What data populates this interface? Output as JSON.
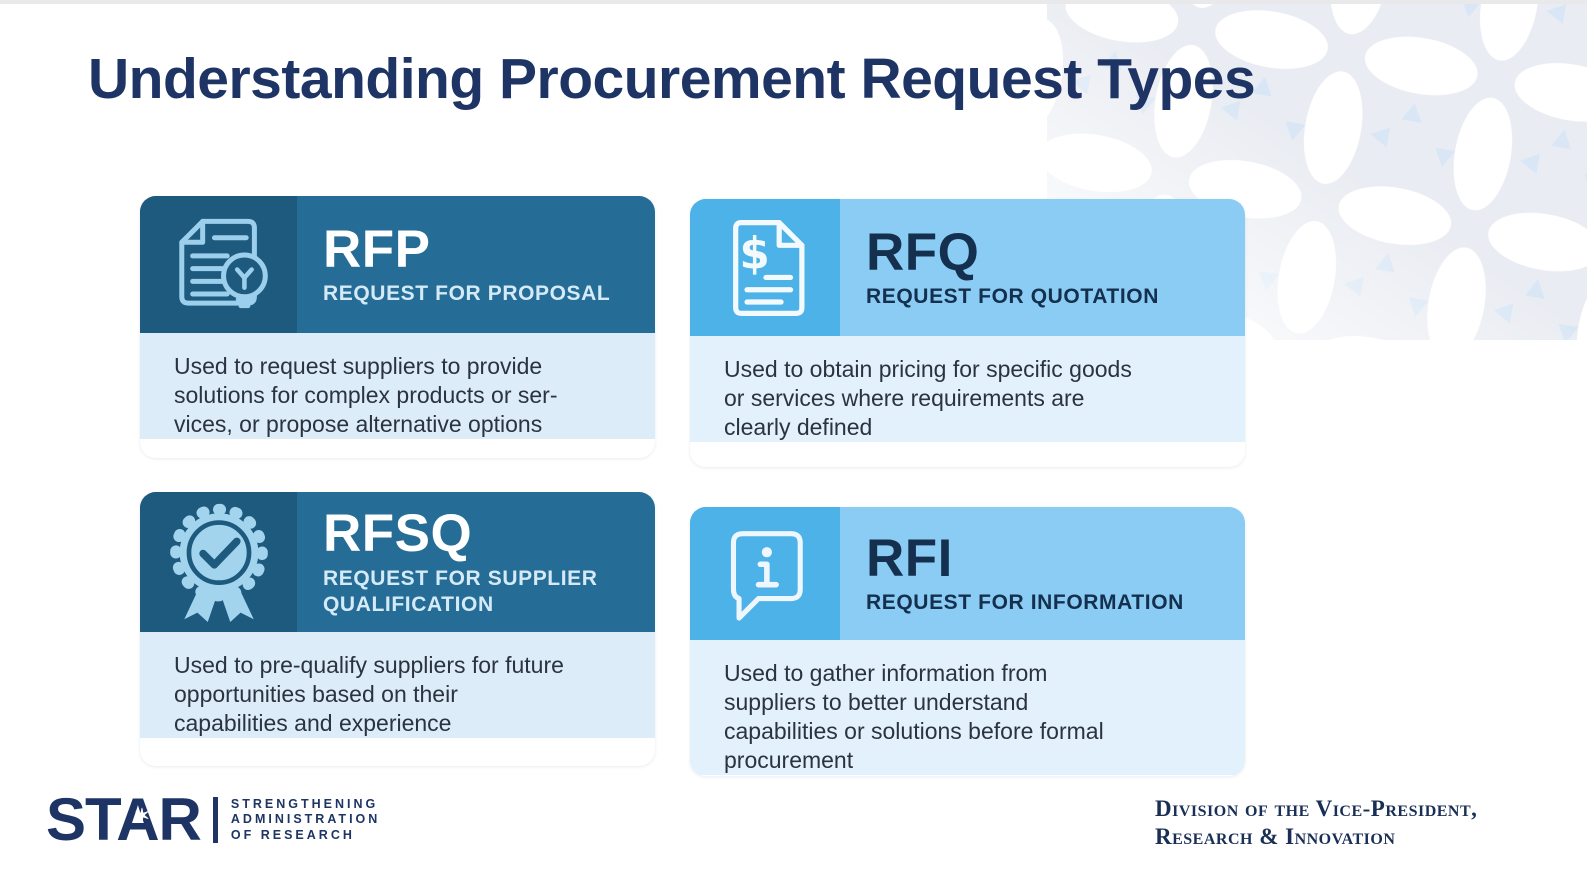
{
  "page": {
    "title": "Understanding Procurement Request Types"
  },
  "colors": {
    "navy": "#1d3465",
    "dark_card_header": "#256d96",
    "dark_card_icon_cell": "#1e5a7d",
    "dark_card_body": "#dcecf8",
    "light_card_header": "#8accf3",
    "light_card_icon_cell": "#4db2e8",
    "light_card_body": "#e3f1fc",
    "icon_stroke_on_dark": "#9bcfec",
    "icon_stroke_on_light": "#f2fafd",
    "pattern_gray": "#e9ecf2"
  },
  "cards": [
    {
      "acronym": "RFP",
      "subtitle": "REQUEST FOR PROPOSAL",
      "icon": "document-lightbulb-icon",
      "theme": "dark",
      "description": [
        "Used to request suppliers to provide",
        "solutions for complex products or ser-",
        "vices, or propose alternative options"
      ]
    },
    {
      "acronym": "RFQ",
      "subtitle": "REQUEST FOR QUOTATION",
      "icon": "invoice-dollar-icon",
      "theme": "light",
      "description": [
        "Used to obtain pricing for specific goods",
        "or services where requirements are",
        "clearly defined"
      ]
    },
    {
      "acronym": "RFSQ",
      "subtitle": "REQUEST FOR SUPPLIER QUALIFICATION",
      "icon": "award-badge-icon",
      "theme": "dark",
      "description": [
        "Used to pre-qualify suppliers for future",
        "opportunities based on their",
        "capabilities and experience"
      ]
    },
    {
      "acronym": "RFI",
      "subtitle": "REQUEST FOR INFORMATION",
      "icon": "info-speech-bubble-icon",
      "theme": "light",
      "description": [
        "Used to gather information from",
        "suppliers to better understand",
        "capabilities or solutions before formal",
        "procurement"
      ]
    }
  ],
  "footer": {
    "logo": {
      "wordmark": "STAR",
      "star_glyph": "✶",
      "tagline_lines": [
        "STRENGTHENING",
        "ADMINISTRATION",
        "OF RESEARCH"
      ]
    },
    "division_lines": [
      "Division of the Vice-President,",
      "Research & Innovation"
    ]
  }
}
